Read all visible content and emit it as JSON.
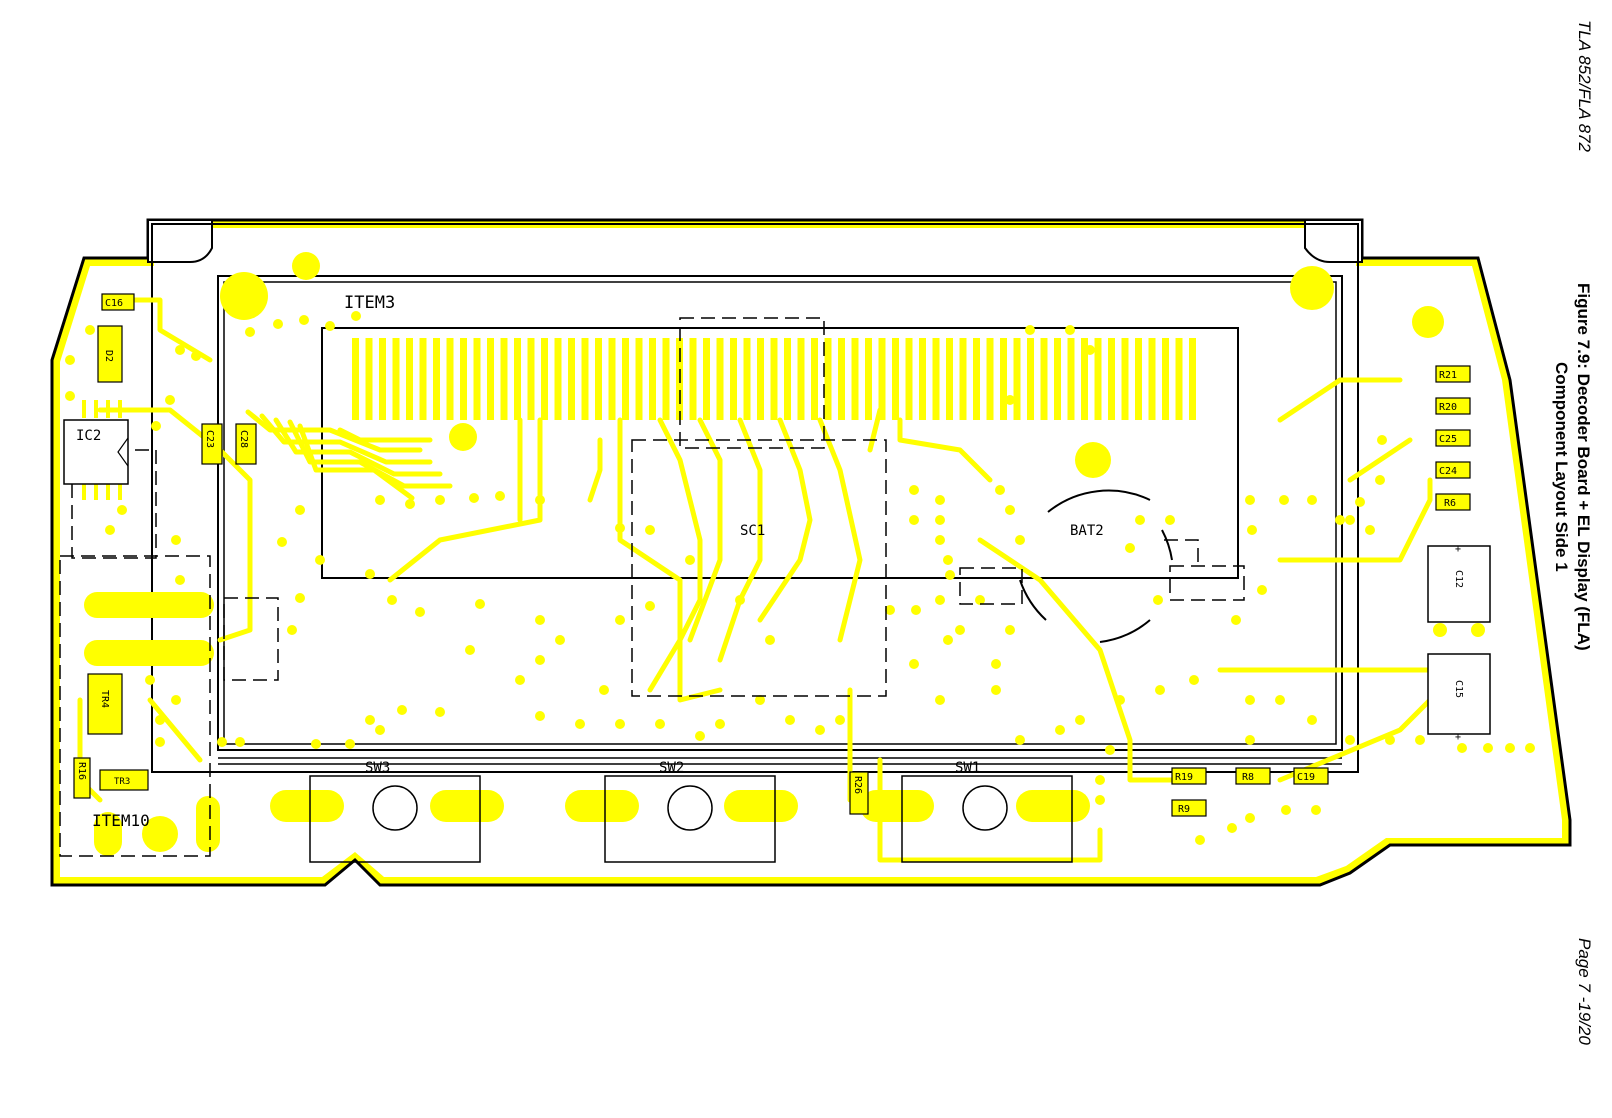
{
  "document": {
    "ref": "TLA 852/FLA 872",
    "figure_title_line1": "Figure 7.9: Decoder Board + EL Display (FLA)",
    "figure_title_line2": "Component Layout Side 1",
    "page": "Page 7 -19/20"
  },
  "labels": {
    "item3": "ITEM3",
    "item10": "ITEM10",
    "sc1": "SC1",
    "bat2": "BAT2",
    "ic2": "IC2",
    "d2": "D2",
    "c16": "C16",
    "c23": "C23",
    "c28": "C28",
    "tr4": "TR4",
    "tr3": "TR3",
    "r16": "R16",
    "sw1": "SW1",
    "sw2": "SW2",
    "sw3": "SW3",
    "r26": "R26",
    "r19": "R19",
    "r8": "R8",
    "c19": "C19",
    "r9": "R9",
    "r21": "R21",
    "r20": "R20",
    "c25": "C25",
    "c24": "C24",
    "r6": "R6",
    "c12": "C12",
    "c15": "C15",
    "plus": "+"
  },
  "colors": {
    "copper": "#ffff00",
    "silkscreen": "#000000",
    "background": "#ffffff"
  }
}
